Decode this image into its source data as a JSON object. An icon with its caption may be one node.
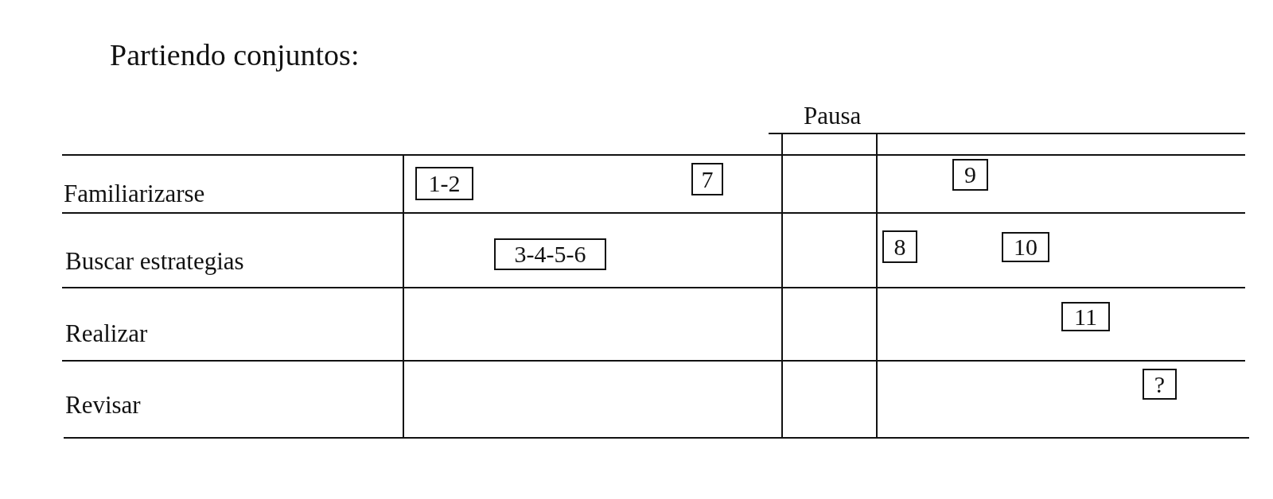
{
  "diagram": {
    "title": "Partiendo conjuntos:",
    "nodes": [
      {
        "text": [
          "1-2"
        ]
      },
      {
        "text": [
          "7"
        ]
      },
      {
        "text": [
          "9"
        ]
      },
      {
        "text": [
          "3-4-5-6"
        ]
      },
      {
        "text": [
          "8"
        ]
      },
      {
        "text": [
          "10"
        ]
      },
      {
        "text": [
          "11"
        ]
      },
      {
        "text": [
          "?"
        ]
      }
    ],
    "labels": [
      "Pausa",
      "Familiarizarse",
      "Buscar estrategias",
      "Realizar",
      "Revisar"
    ]
  }
}
